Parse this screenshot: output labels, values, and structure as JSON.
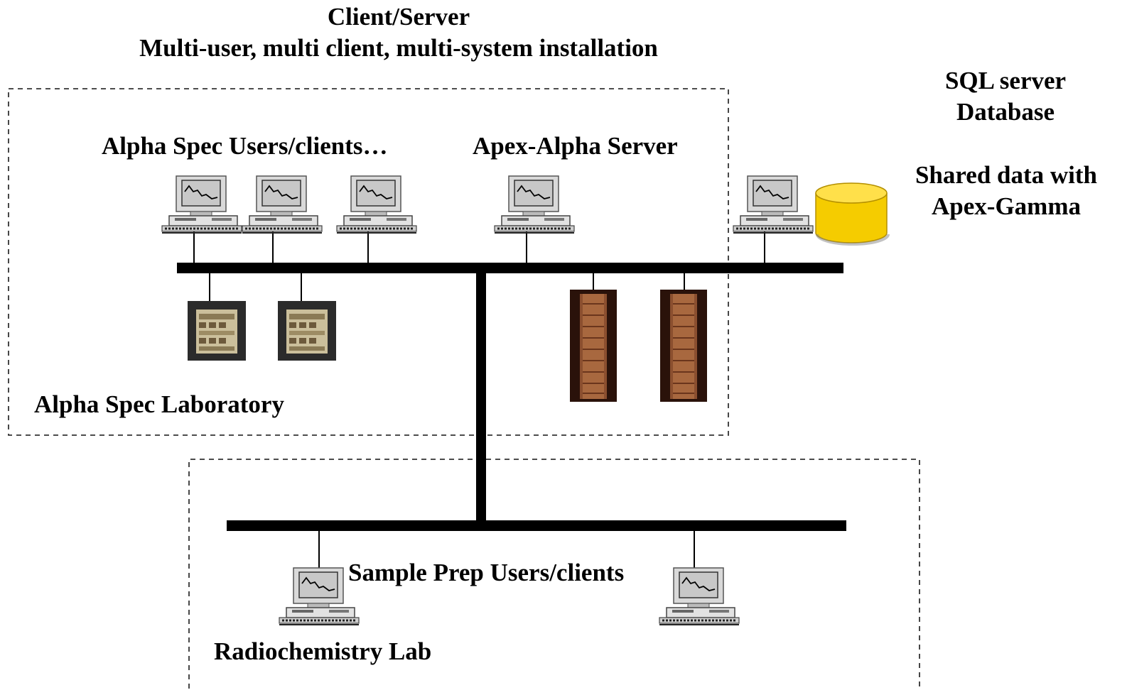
{
  "title": {
    "line1": "Client/Server",
    "line2": "Multi-user, multi client, multi-system installation"
  },
  "labels": {
    "alpha_clients": "Alpha Spec Users/clients…",
    "apex_server": "Apex-Alpha Server",
    "alpha_lab": "Alpha Spec Laboratory",
    "sample_prep": "Sample Prep Users/clients",
    "radiochem_lab": "Radiochemistry Lab",
    "sql_line1": "SQL server",
    "sql_line2": "Database",
    "shared_line1": "Shared data with",
    "shared_line2": "Apex-Gamma"
  },
  "colors": {
    "bus": "#000000",
    "dashed_border": "#333333",
    "database": "#f5cc00",
    "computer_body": "#d9d9d9",
    "screen": "#cfcfcf",
    "rack": "#8b4f2f",
    "spectrometer": "#2b2b2b"
  },
  "icons": {
    "computer": "computer-icon",
    "spectrometer": "spectrometer-icon",
    "rack": "rack-cabinet-icon",
    "database": "database-icon"
  }
}
